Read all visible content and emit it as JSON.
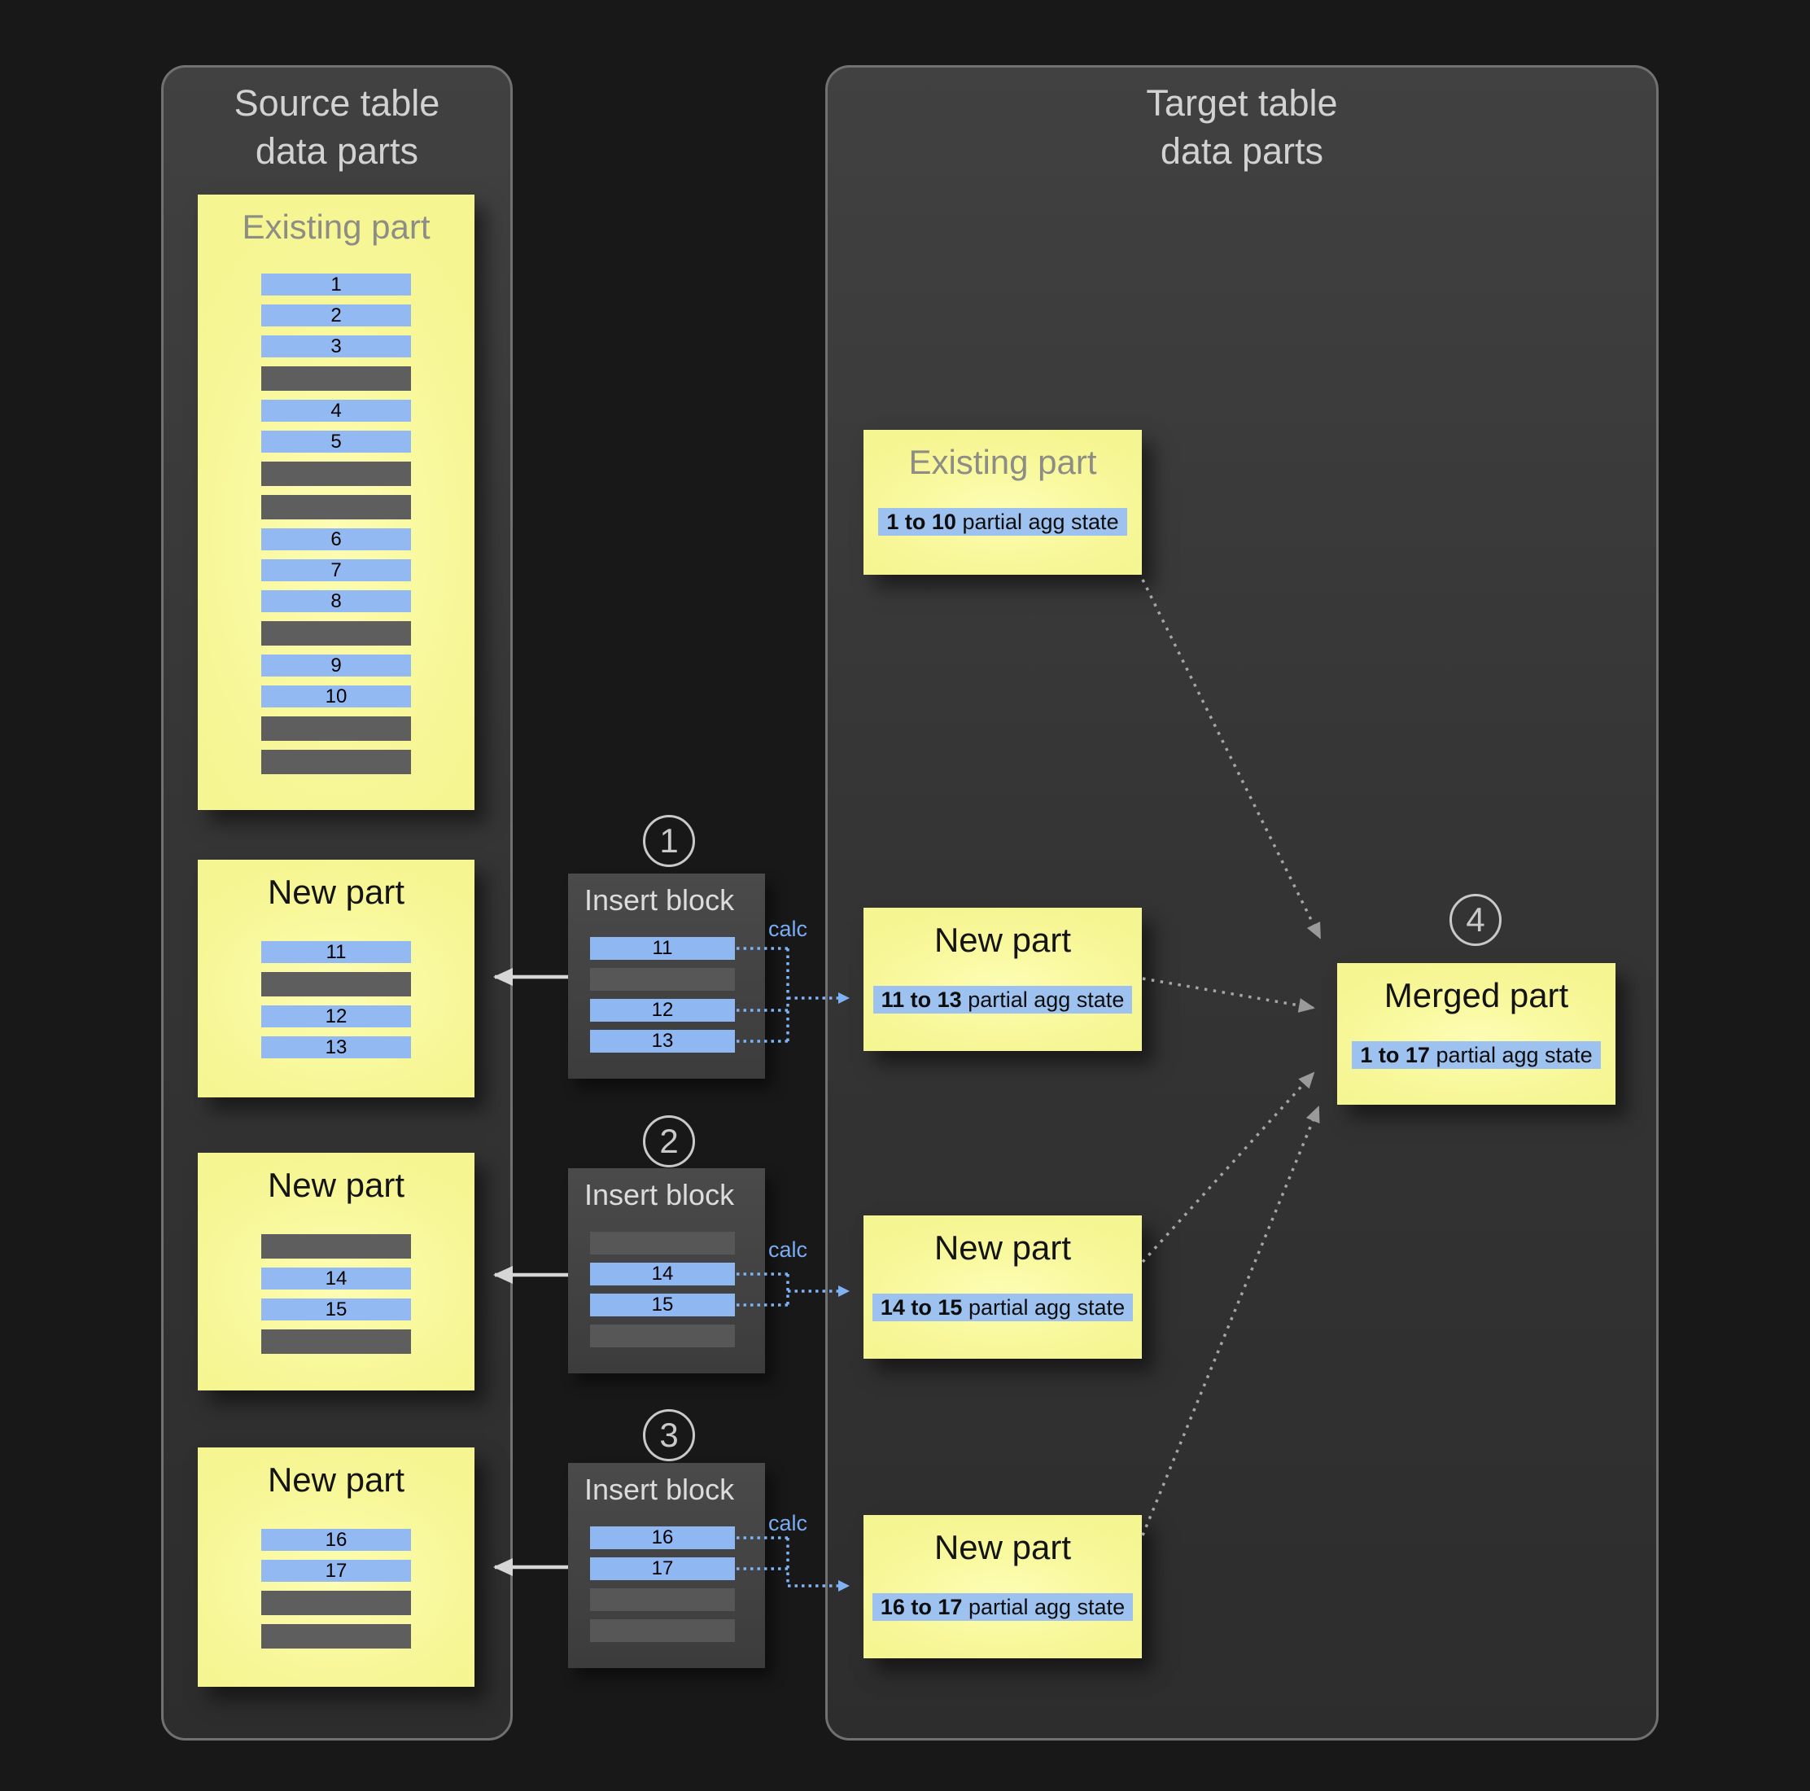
{
  "colors": {
    "background": "#181818",
    "panel_fill": "#3a3a3a",
    "panel_border": "#717171",
    "part_yellow": "#f8f89c",
    "row_blue": "#92b9f1",
    "row_gray": "#5e5e5e",
    "chip_blue": "#9ec2f0",
    "calc_blue": "#79acf2",
    "connector_blue": "#7fb2f4",
    "diagonal_arrow_gray": "#a5a5a5",
    "solid_arrow_light": "#d6d6d6",
    "gray_title": "#8d8d85",
    "panel_title": "#d2d2d2"
  },
  "source_panel": {
    "title": "Source table data parts",
    "existing_part": {
      "title": "Existing part",
      "rows": [
        "1",
        "2",
        "3",
        "",
        "4",
        "5",
        "",
        "",
        "6",
        "7",
        "8",
        "",
        "9",
        "10",
        "",
        ""
      ]
    },
    "new_parts": [
      {
        "title": "New part",
        "rows": [
          "11",
          "",
          "12",
          "13"
        ]
      },
      {
        "title": "New part",
        "rows": [
          "",
          "14",
          "15",
          ""
        ]
      },
      {
        "title": "New part",
        "rows": [
          "16",
          "17",
          "",
          ""
        ]
      }
    ]
  },
  "insert_blocks": [
    {
      "step": "1",
      "title": "Insert block",
      "calc_label": "calc",
      "rows": [
        "11",
        "",
        "12",
        "13"
      ]
    },
    {
      "step": "2",
      "title": "Insert block",
      "calc_label": "calc",
      "rows": [
        "",
        "14",
        "15",
        ""
      ]
    },
    {
      "step": "3",
      "title": "Insert block",
      "calc_label": "calc",
      "rows": [
        "16",
        "17",
        "",
        ""
      ]
    }
  ],
  "target_panel": {
    "title": "Target table data parts",
    "existing_part": {
      "title": "Existing part",
      "agg_bold": "1 to 10",
      "agg_rest": " partial agg state"
    },
    "new_parts": [
      {
        "title": "New part",
        "agg_bold": "11 to 13",
        "agg_rest": " partial agg state"
      },
      {
        "title": "New part",
        "agg_bold": "14 to 15",
        "agg_rest": " partial agg state"
      },
      {
        "title": "New part",
        "agg_bold": "16 to 17",
        "agg_rest": " partial agg state"
      }
    ],
    "merged_part": {
      "step": "4",
      "title": "Merged part",
      "agg_bold": "1 to 17",
      "agg_rest": " partial agg state"
    }
  }
}
